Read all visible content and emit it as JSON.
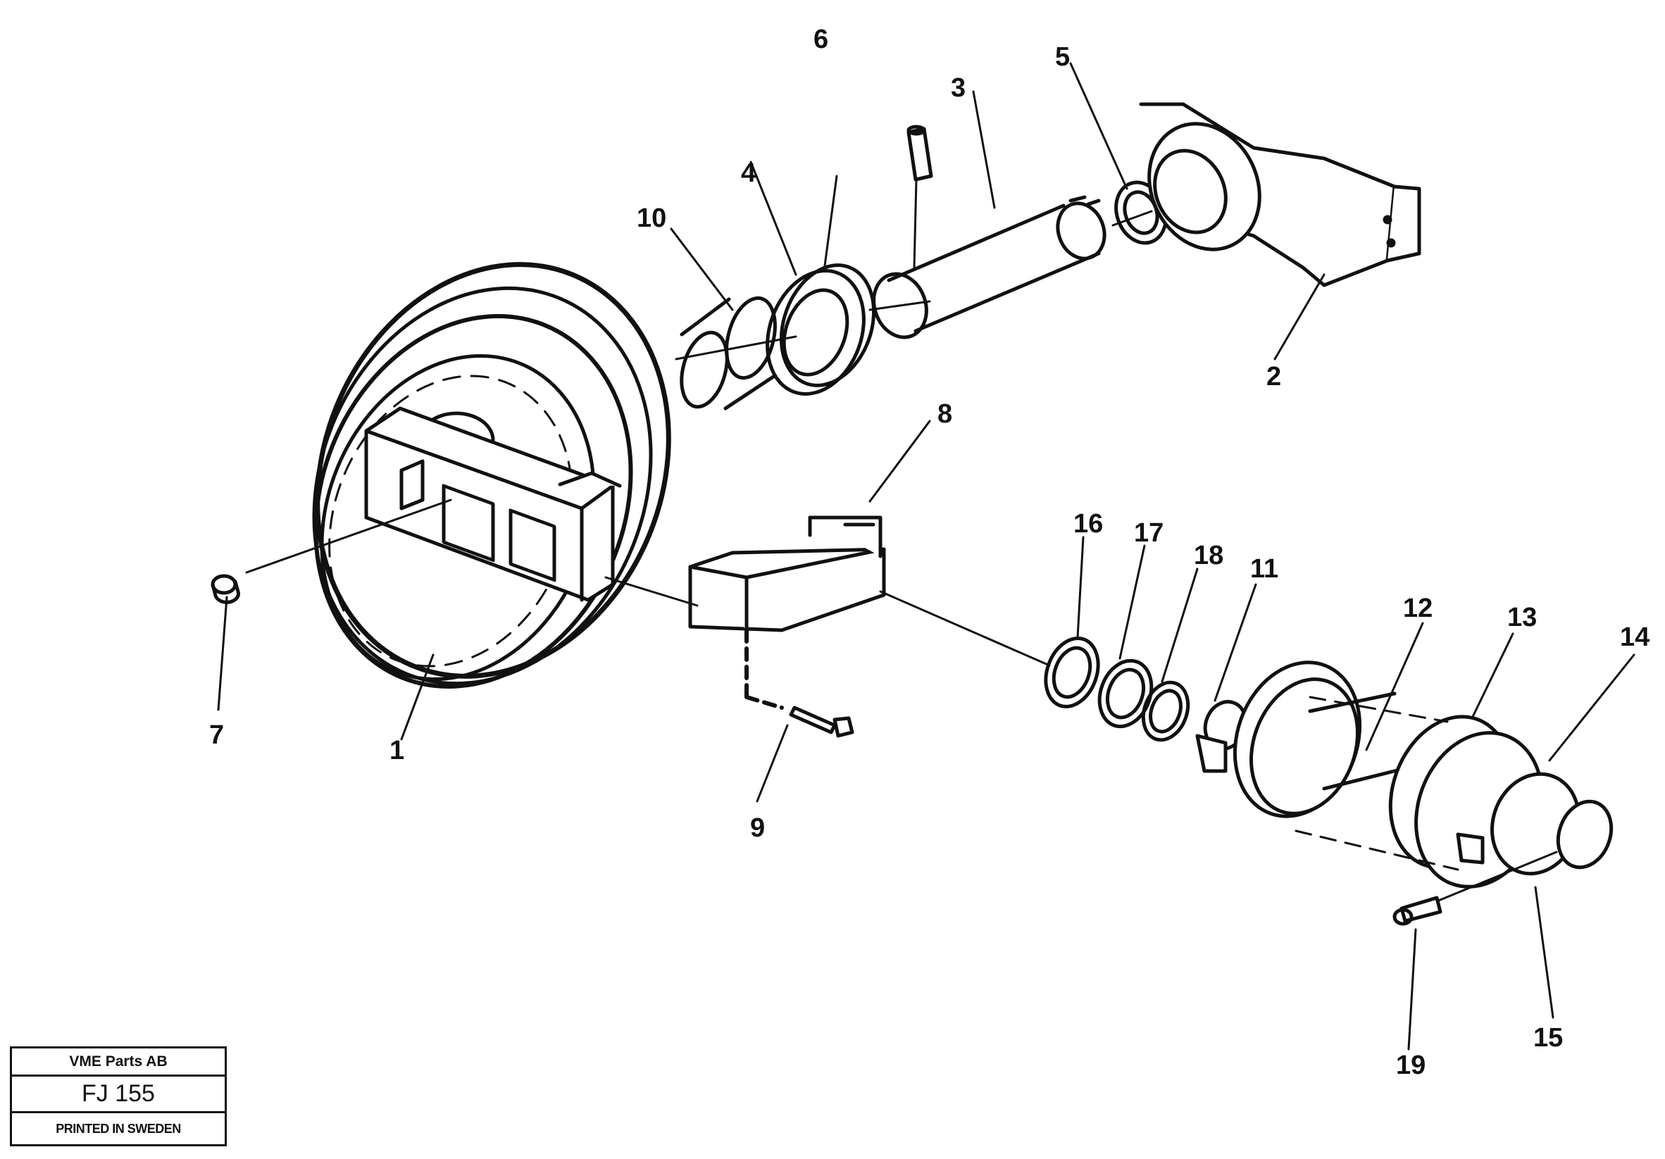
{
  "labels": [
    "1",
    "2",
    "3",
    "4",
    "5",
    "6",
    "7",
    "8",
    "9",
    "10",
    "11",
    "12",
    "13",
    "14",
    "15",
    "16",
    "17",
    "18",
    "19"
  ],
  "stamp": {
    "company": "VME Parts AB",
    "code": "FJ 155",
    "printed": "PRINTED IN SWEDEN"
  }
}
